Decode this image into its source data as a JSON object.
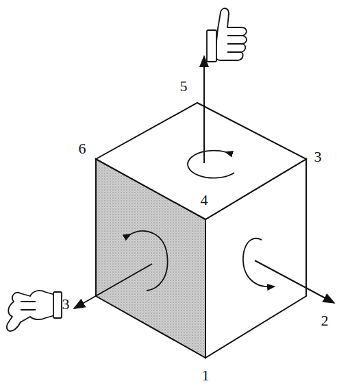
{
  "diagram": {
    "labels": [
      "5",
      "6",
      "3",
      "4",
      "3",
      "2",
      "1"
    ]
  }
}
